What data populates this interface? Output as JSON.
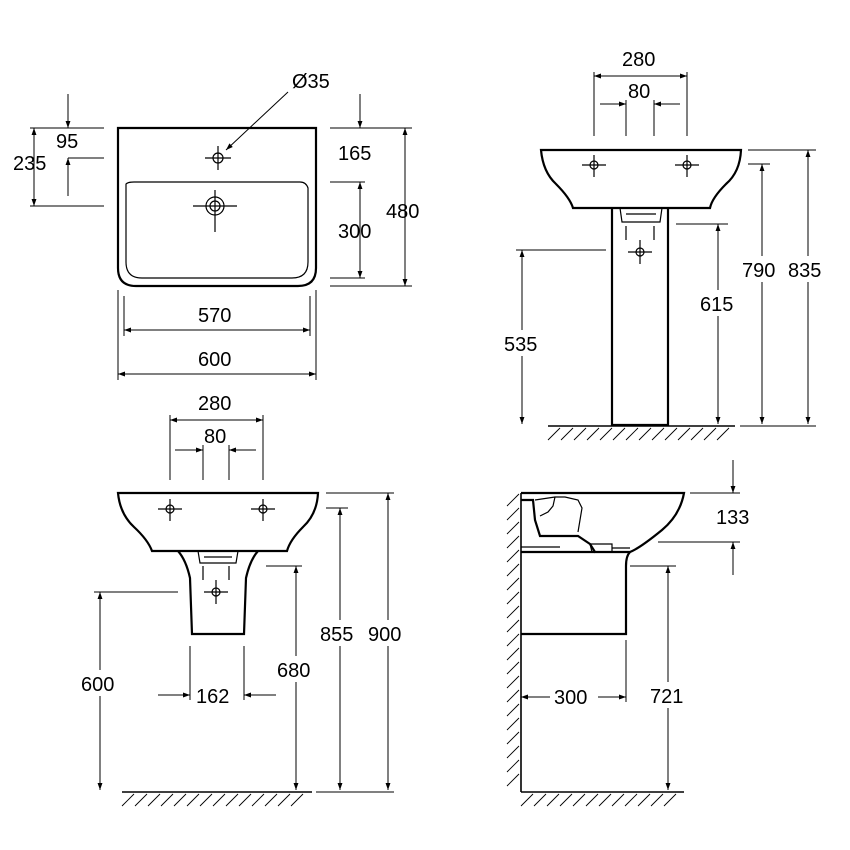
{
  "views": {
    "top": {
      "hole_diameter": "Ø35",
      "d_95": "95",
      "d_235": "235",
      "d_165": "165",
      "d_300": "300",
      "d_480": "480",
      "d_570": "570",
      "d_600": "600"
    },
    "pedestal": {
      "d_280": "280",
      "d_80": "80",
      "d_535": "535",
      "d_615": "615",
      "d_790": "790",
      "d_835": "835"
    },
    "semi_pedestal_front": {
      "d_280": "280",
      "d_80": "80",
      "d_600": "600",
      "d_162": "162",
      "d_680": "680",
      "d_855": "855",
      "d_900": "900"
    },
    "semi_pedestal_side": {
      "d_133": "133",
      "d_300": "300",
      "d_721": "721"
    }
  }
}
